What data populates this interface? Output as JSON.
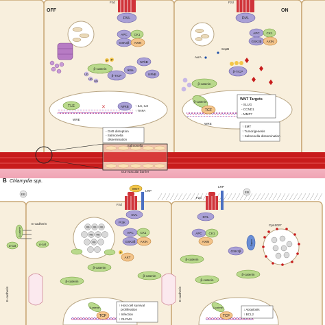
{
  "panel_a": {
    "state_off": "OFF",
    "state_on": "ON",
    "off_cell": {
      "fzd": "Fzd",
      "dvl": "DVL",
      "apc": "APC",
      "ck1": "CK1",
      "gsk3b": "GSK3β",
      "axin": "AXIN",
      "beta_catenin": "β-catenin",
      "beta_trcp": "β-TrCP",
      "ikba": "IkBa",
      "nfkb_1": "NFkB",
      "nfkb_2": "NFkB",
      "nfkb_nuc": "NFkB",
      "tle": "TLE",
      "wre": "WRE",
      "cytokines_1": "↑ IL6, IL8",
      "cytokines_2": "↑ TNFA",
      "ub": "Ub",
      "p": "P"
    },
    "on_cell": {
      "fzd": "Fzd",
      "dvl": "DVL",
      "apc": "APC",
      "ck1": "CK1",
      "gsk3b": "GSK3β",
      "axin": "AXIN",
      "sopb": "SopB",
      "avra": "AvrA",
      "beta_catenin": "β-catenin",
      "beta_trcp": "β-TrCP",
      "nuc_beta_catenin": "β-catenin",
      "tcf": "TCF",
      "wre": "WRE",
      "targets_title": "WNT Targets",
      "targets": [
        "- SLUG",
        "- CCND1",
        "- MMP7"
      ],
      "outcomes": [
        "↑ EMT",
        "↑ Tumorigenesis",
        "↑ Salmonella dissemination"
      ]
    },
    "gvb_notes": [
      "- GVB disruption",
      "- Salmonella",
      "dissemination"
    ],
    "inset_top": "Salmonella",
    "inset_bottom": "Gut-vascular barrier"
  },
  "panel_b": {
    "letter": "B",
    "title": "Chlamydia spp.",
    "left_cell": {
      "eb": "EB",
      "fzd": "Fzd",
      "wnt": "WNT",
      "lrp": "LRP",
      "dvl": "DVL",
      "apc": "APC",
      "ck1": "CK1",
      "gsk3b": "GSK3β",
      "axin": "AXIN",
      "pi3k": "PI3K",
      "akt": "AKT",
      "p": "P",
      "rb": "RB",
      "e_cadherin": "E-cadherin",
      "alpha_cat": "α-cat",
      "alpha_catenin": "α-cat",
      "side_beta_catenin": "β-catenin",
      "e_cadherin_side": "E-cadherin",
      "beta_catenin": [
        "β-catenin",
        "β-catenin",
        "β-catenin"
      ],
      "tcf": "TCF",
      "nuc_beta_catenin": "β-catenin",
      "outcomes": [
        "↑ Host cell survival",
        "proliferation",
        "↑ Infection",
        "↑ OLFM4"
      ]
    },
    "right_cell": {
      "lrp": "LRP",
      "fzd": "Fzd",
      "eb": "EB",
      "dvl": "DVL",
      "apc": "APC",
      "ck1": "CK1",
      "axin": "AXIN",
      "gsk3b": "GSK3β",
      "caprin": "Caprin",
      "cpn": "Cpn1027",
      "e_cadherin": "E-cadherin",
      "beta_catenin": [
        "β-catenin",
        "β-catenin",
        "β-catenin"
      ],
      "tcf": "TCF",
      "nuc_beta_catenin": "β-catenin",
      "outcomes": [
        "↓ Apoptosis",
        "↑ BCL2"
      ]
    }
  },
  "colors": {
    "cell_fill": "#f8efdd",
    "cell_border": "#c9a877",
    "blood_red": "#c81c1c",
    "green_protein": "#b9d98c",
    "purple_protein": "#a9a0d6",
    "receptor_red": "#d0343a",
    "nucleus_fill": "#ffffff"
  }
}
